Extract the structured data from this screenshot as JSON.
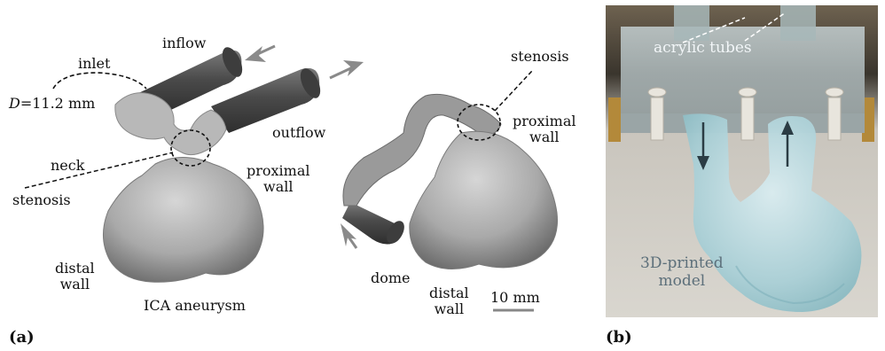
{
  "panel_a": {
    "tag": "(a)",
    "labels": {
      "inflow": "inflow",
      "inlet": "inlet",
      "diameter_symbol": "D",
      "diameter_value": "=11.2 mm",
      "outflow": "outflow",
      "neck": "neck",
      "stenosis_left": "stenosis",
      "proximal_wall_left_1": "proximal",
      "proximal_wall_left_2": "wall",
      "distal_wall_left_1": "distal",
      "distal_wall_left_2": "wall",
      "ica_aneurysm": "ICA aneurysm",
      "stenosis_right": "stenosis",
      "proximal_wall_right_1": "proximal",
      "proximal_wall_right_2": "wall",
      "dome": "dome",
      "distal_wall_right_1": "distal",
      "distal_wall_right_2": "wall",
      "scale_bar": "10 mm"
    }
  },
  "panel_b": {
    "tag": "(b)",
    "labels": {
      "acrylic_tubes": "acrylic tubes",
      "model_line1": "3D-printed",
      "model_line2": "model"
    }
  }
}
